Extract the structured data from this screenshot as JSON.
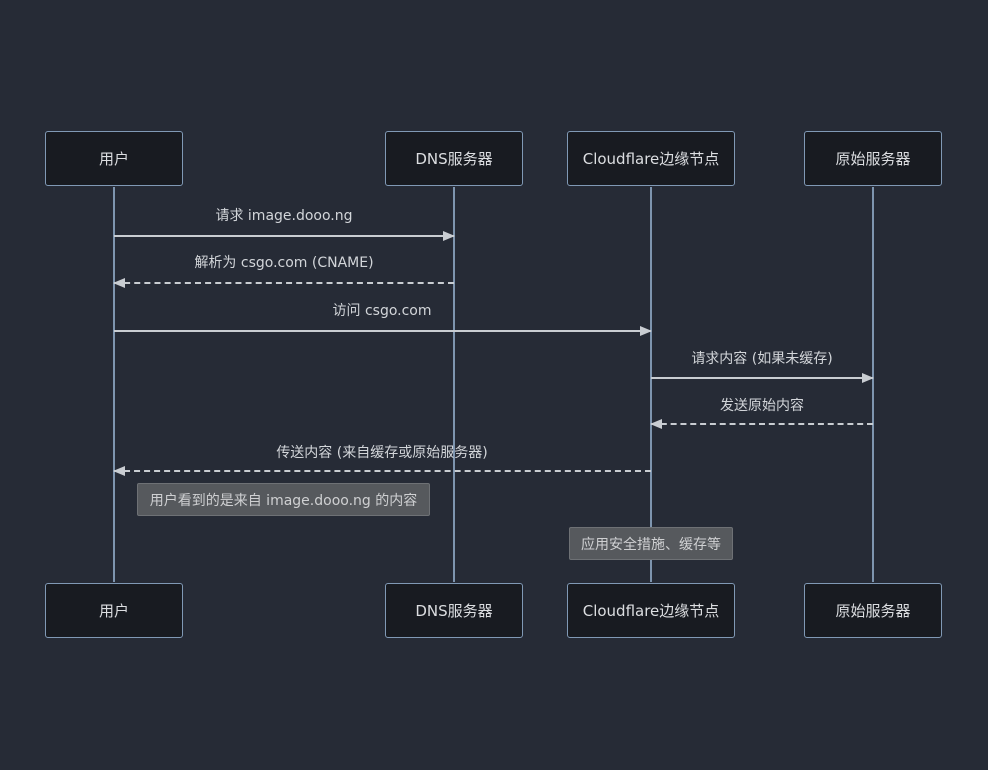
{
  "actors": [
    {
      "name": "用户"
    },
    {
      "name": "DNS服务器"
    },
    {
      "name": "Cloudflare边缘节点"
    },
    {
      "name": "原始服务器"
    }
  ],
  "messages": [
    {
      "label": "请求 image.dooo.ng",
      "from": "用户",
      "to": "DNS服务器",
      "line": "solid",
      "direction": "right"
    },
    {
      "label": "解析为 csgo.com (CNAME)",
      "from": "DNS服务器",
      "to": "用户",
      "line": "dashed",
      "direction": "left"
    },
    {
      "label": "访问 csgo.com",
      "from": "用户",
      "to": "Cloudflare边缘节点",
      "line": "solid",
      "direction": "right"
    },
    {
      "label": "请求内容 (如果未缓存)",
      "from": "Cloudflare边缘节点",
      "to": "原始服务器",
      "line": "solid",
      "direction": "right"
    },
    {
      "label": "发送原始内容",
      "from": "原始服务器",
      "to": "Cloudflare边缘节点",
      "line": "dashed",
      "direction": "left"
    },
    {
      "label": "传送内容 (来自缓存或原始服务器)",
      "from": "Cloudflare边缘节点",
      "to": "用户",
      "line": "dashed",
      "direction": "left"
    }
  ],
  "notes": [
    {
      "text": "用户看到的是来自 image.dooo.ng 的内容",
      "position": "right of 用户"
    },
    {
      "text": "应用安全措施、缓存等",
      "position": "over Cloudflare边缘节点"
    }
  ],
  "colors": {
    "background": "#262b36",
    "actor_fill": "#181b21",
    "actor_border": "#8099b5",
    "lifeline": "#7e95af",
    "signal_line": "#c9cdd2",
    "message_text": "#d2d5d9",
    "note_fill": "#56595d",
    "note_border": "#6e7175",
    "note_text": "#cfd0d2"
  }
}
